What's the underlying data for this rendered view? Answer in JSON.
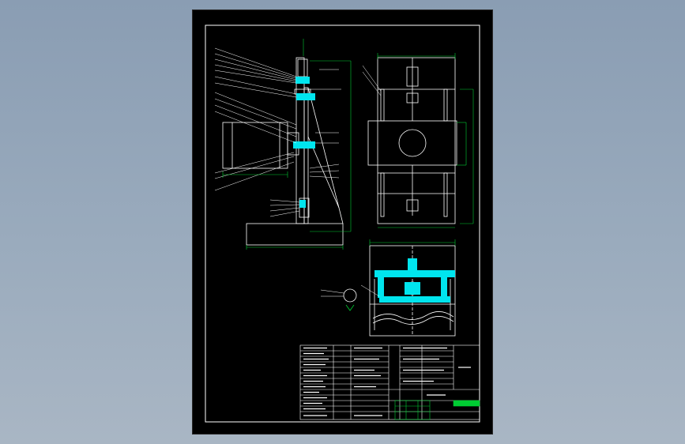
{
  "drawing": {
    "background": "#000000",
    "colors": {
      "outline": "#ffffff",
      "dimension": "#00cc33",
      "highlight": "#00e5ee",
      "leader": "#ffffff"
    }
  },
  "views": [
    {
      "name": "front-view"
    },
    {
      "name": "side-view"
    },
    {
      "name": "top-view"
    },
    {
      "name": "detail-view"
    }
  ],
  "title_block": {
    "rows": 14
  }
}
